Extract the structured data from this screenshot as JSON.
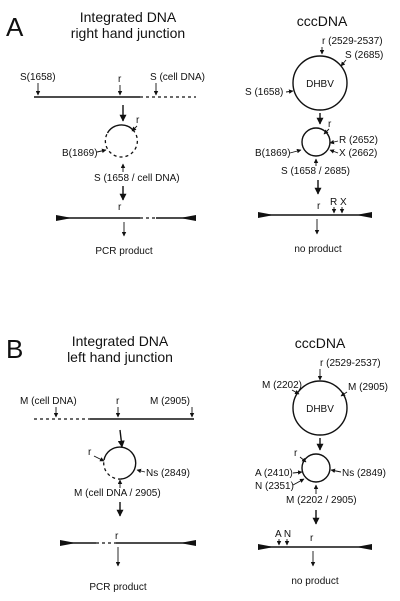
{
  "panel_a": {
    "letter": "A",
    "left": {
      "title_1": "Integrated DNA",
      "title_2": "right hand junction",
      "s_1658": "S(1658)",
      "r": "r",
      "s_cell": "S (cell DNA)",
      "r_circle": "r",
      "b_1869": "B(1869)",
      "s_junction": "S (1658 / cell DNA)",
      "r_linear": "r",
      "product": "PCR product"
    },
    "right": {
      "title": "cccDNA",
      "r_range": "r (2529-2537)",
      "s_2685": "S (2685)",
      "dhbv": "DHBV",
      "s_1658": "S (1658)",
      "r_circle": "r",
      "r_2652": "R (2652)",
      "b_1869": "B(1869)",
      "x_2662": "X (2662)",
      "s_junction": "S (1658 / 2685)",
      "r_linear": "r",
      "rx": "R X",
      "product": "no product"
    }
  },
  "panel_b": {
    "letter": "B",
    "left": {
      "title_1": "Integrated DNA",
      "title_2": "left hand junction",
      "m_cell": "M (cell DNA)",
      "r": "r",
      "m_2905": "M (2905)",
      "r_circle": "r",
      "ns_2849": "Ns (2849)",
      "m_junction": "M (cell DNA / 2905)",
      "r_linear": "r",
      "product": "PCR product"
    },
    "right": {
      "title": "cccDNA",
      "r_range": "r (2529-2537)",
      "m_2202": "M (2202)",
      "m_2905": "M (2905)",
      "dhbv": "DHBV",
      "r_circle": "r",
      "a_2410": "A (2410)",
      "ns_2849": "Ns (2849)",
      "n_2351": "N (2351)",
      "m_junction": "M (2202 / 2905)",
      "an": "A N",
      "r_linear": "r",
      "product": "no product"
    }
  }
}
